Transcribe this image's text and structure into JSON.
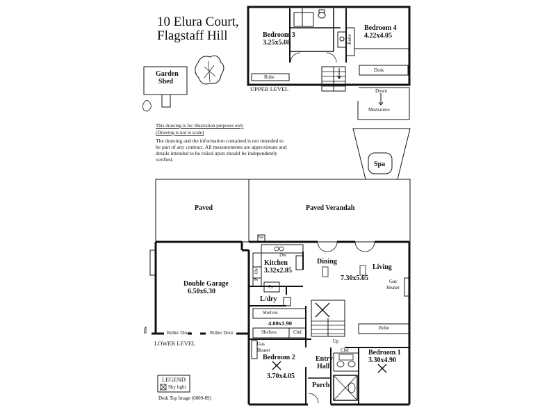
{
  "title": {
    "line1": "10 Elura Court,",
    "line2": "Flagstaff Hill"
  },
  "disclaimer": {
    "line1": "This drawing is for illustration purposes only",
    "line2": "(Drawing is not to scale)",
    "body": "The drawing and the information contained is not intended to be part of any contract.  All measurements are approximate and details intended to be relied upon should be independently verified."
  },
  "upper_level": {
    "label": "UPPER LEVEL",
    "bedroom3": {
      "name": "Bedroom 3",
      "size": "3.25x5.08",
      "robe": "Robe"
    },
    "bedroom4": {
      "name": "Bedroom 4",
      "size": "4.22x4.05",
      "robe": "Robe"
    },
    "desk": "Desk",
    "down": "Down",
    "mezzanine": "Mezzanine"
  },
  "garden_shed": {
    "line1": "Garden",
    "line2": "Shed"
  },
  "spa": "Spa",
  "lower_level": {
    "label": "LOWER LEVEL",
    "paved": "Paved",
    "verandah": "Paved Verandah",
    "double_garage": {
      "name": "Double Garage",
      "size": "6.50x6.30"
    },
    "roller_door_1": "Roller Door",
    "roller_door_2": "Roller Door",
    "kitchen": {
      "name": "Kitchen",
      "size": "3.32x2.85"
    },
    "dw": "Dw",
    "fs": "Fs",
    "p": "P",
    "ov": "Ov",
    "hw": "hw",
    "ldry": "L/dry",
    "shelves_top": "Shelves",
    "store_size": "4.00x1.90",
    "shelves_bottom": "Shelves",
    "cbd": "Cbd",
    "cbd2": "Cbd",
    "up": "Up",
    "dining": "Dining",
    "living": {
      "name": "Living",
      "size": "7.30x5.65"
    },
    "gas_heater_living": {
      "line1": "Gas",
      "line2": "Heater"
    },
    "gas_heater_bed2": {
      "line1": "Gas",
      "line2": "Heater"
    },
    "bedroom2": {
      "name": "Bedroom 2",
      "size": "3.70x4.05"
    },
    "bedroom1": {
      "name": "Bedroom 1",
      "size": "3.30x4.90",
      "robe": "Robe"
    },
    "entry": {
      "line1": "Entry",
      "line2": "Hall"
    },
    "porch": "Porch"
  },
  "legend": {
    "title": "LEGEND",
    "item": "Sky light"
  },
  "footer": "Desk Top Image  (0809-89)"
}
